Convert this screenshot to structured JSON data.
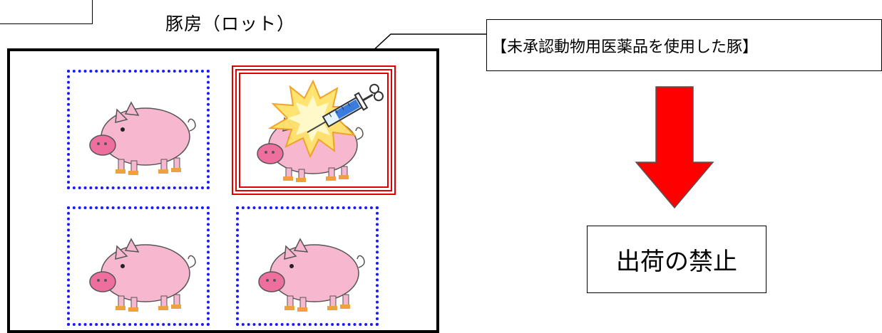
{
  "pen": {
    "title": "豚房（ロット）"
  },
  "callout": {
    "text": "【未承認動物用医薬品を使用した豚】"
  },
  "result": {
    "text": "出荷の禁止"
  },
  "pigs": [
    {
      "cell": "top-left",
      "treated": false
    },
    {
      "cell": "top-right",
      "treated": true
    },
    {
      "cell": "bottom-left",
      "treated": false
    },
    {
      "cell": "bottom-right",
      "treated": false
    }
  ],
  "icons": {
    "pig": "pig-icon",
    "syringe": "syringe-icon",
    "burst": "starburst-icon",
    "arrow": "down-arrow-icon"
  },
  "colors": {
    "cell_border": "#1a1aff",
    "treated_border": "#e00000",
    "arrow_fill": "#ff0000",
    "pig_body": "#f7b8cf",
    "burst_fill": "#ffe36b"
  }
}
